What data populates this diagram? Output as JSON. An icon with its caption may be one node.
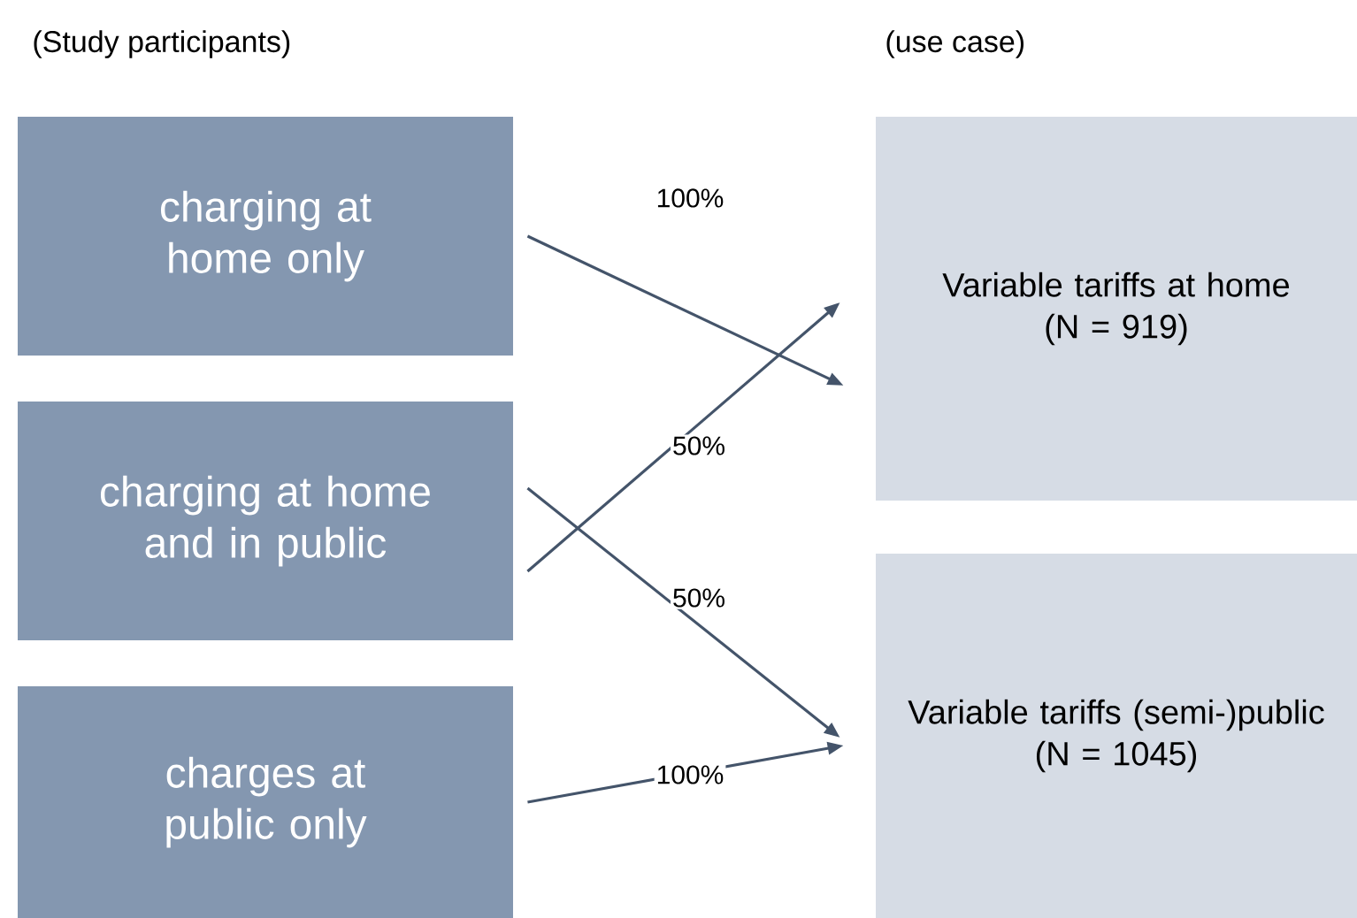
{
  "diagram": {
    "nodes": [
      {
        "text": [
          "charging at home only"
        ]
      },
      {
        "text": [
          "charging at home and in public"
        ]
      },
      {
        "text": [
          "charges at public only"
        ]
      },
      {
        "text": [
          "Variable tariffs at home",
          "(N = 919)"
        ]
      },
      {
        "text": [
          "Variable tariffs (semi-)public",
          "(N = 1045)"
        ]
      }
    ],
    "edges": [
      {
        "from": 0,
        "to": 3,
        "arrow": "to",
        "label": "100%"
      },
      {
        "from": 1,
        "to": 3,
        "arrow": "to",
        "label": "50%"
      },
      {
        "from": 1,
        "to": 4,
        "arrow": "to",
        "label": "50%"
      },
      {
        "from": 2,
        "to": 4,
        "arrow": "to",
        "label": "100%"
      }
    ],
    "labels": [
      "(Study participants)",
      "(use case)"
    ]
  }
}
